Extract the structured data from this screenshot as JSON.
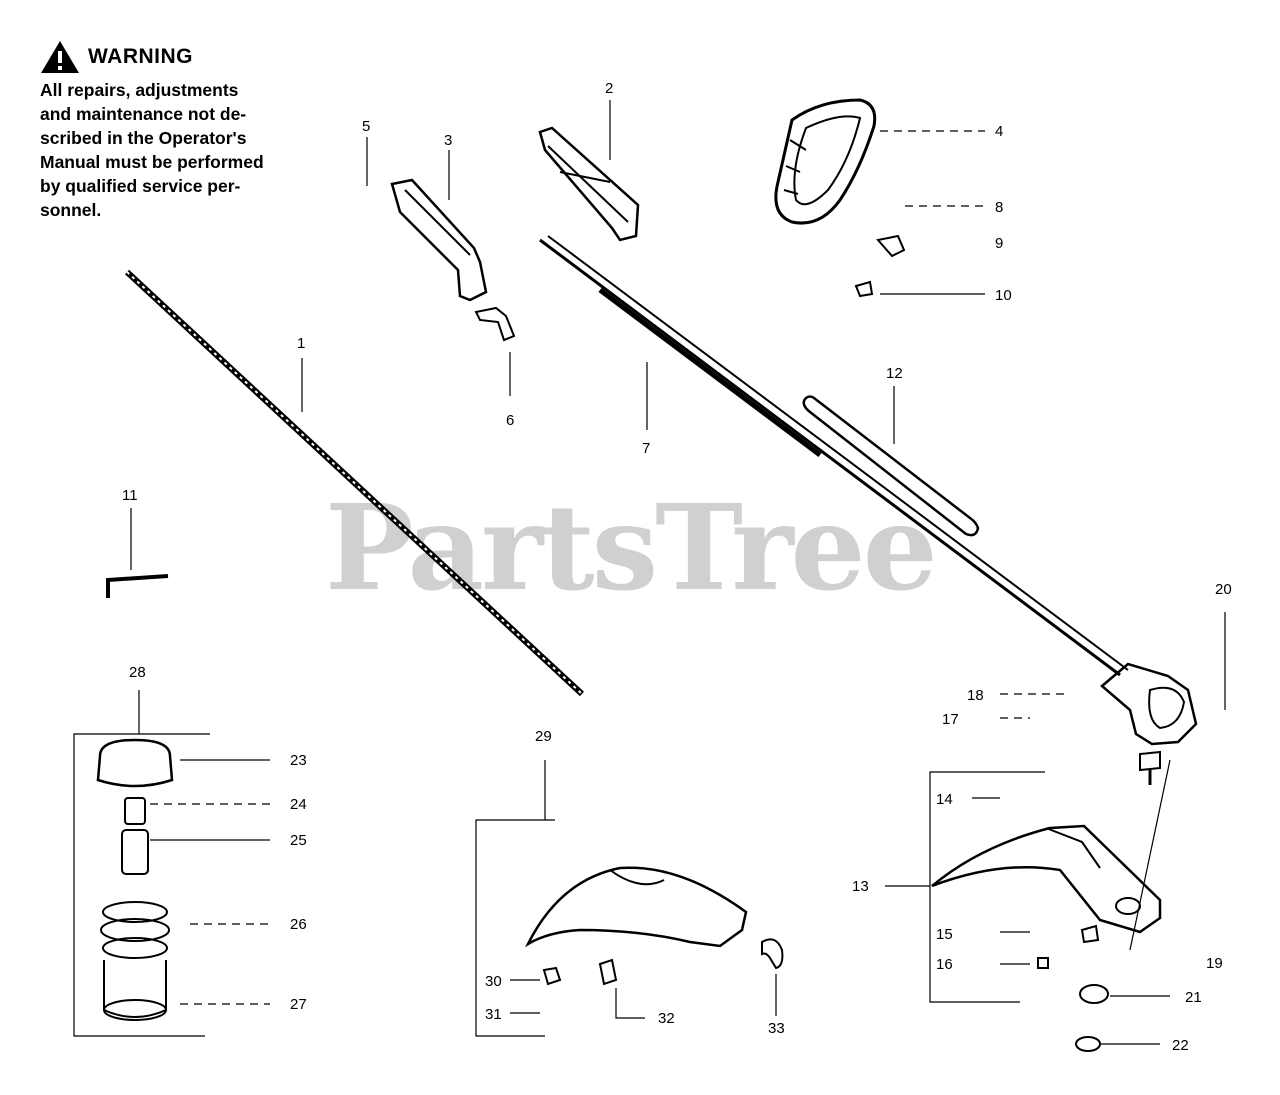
{
  "warning": {
    "title": "WARNING",
    "lines": [
      "All repairs, adjustments",
      "and maintenance not de-",
      "scribed in the Operator's",
      "Manual must be performed",
      "by qualified  service per-",
      "sonnel."
    ]
  },
  "watermark": "PartsTree",
  "callouts": [
    "1",
    "2",
    "3",
    "4",
    "5",
    "6",
    "7",
    "8",
    "9",
    "10",
    "11",
    "12",
    "13",
    "14",
    "15",
    "16",
    "17",
    "18",
    "19",
    "20",
    "21",
    "22",
    "23",
    "24",
    "25",
    "26",
    "27",
    "28",
    "29",
    "30",
    "31",
    "32",
    "33"
  ],
  "colors": {
    "ink": "#000000",
    "watermark": "#c8c8c8",
    "background": "#ffffff"
  }
}
